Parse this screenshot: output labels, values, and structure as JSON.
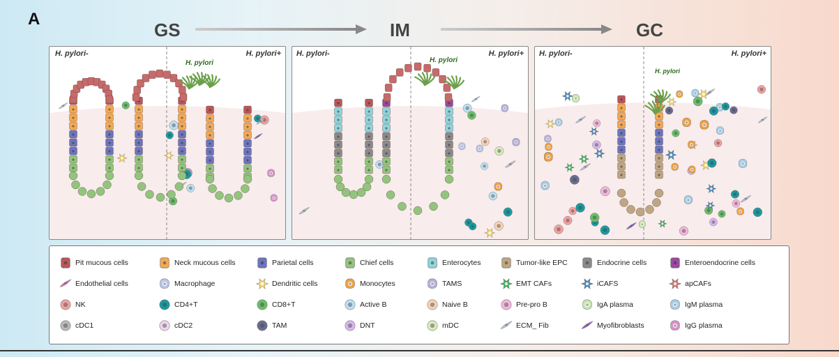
{
  "panel_label": "A",
  "stages": [
    "GS",
    "IM",
    "GC"
  ],
  "hp_neg": "H. pylori-",
  "hp_pos": "H. pylori+",
  "hp_bacteria": "H. pylori",
  "legend": [
    {
      "label": "Pit mucous cells",
      "icon": "rect",
      "color": "#b9575a"
    },
    {
      "label": "Neck mucous cells",
      "icon": "rect",
      "color": "#f2a955"
    },
    {
      "label": "Parietal cells",
      "icon": "rect",
      "color": "#6d75bd"
    },
    {
      "label": "Chief cells",
      "icon": "rect",
      "color": "#93c47d"
    },
    {
      "label": "Enterocytes",
      "icon": "rect",
      "color": "#8fd5dc"
    },
    {
      "label": "Tumor-like EPC",
      "icon": "rect",
      "color": "#bfa682"
    },
    {
      "label": "Endocrine cells",
      "icon": "rect",
      "color": "#8a8a8a"
    },
    {
      "label": "Enteroendocrine cells",
      "icon": "rect",
      "color": "#9a4aa0"
    },
    {
      "label": "Endothelial cells",
      "icon": "spindle",
      "color": "#d86fb4"
    },
    {
      "label": "Macrophage",
      "icon": "blob",
      "color": "#b9c6e8"
    },
    {
      "label": "Dendritic cells",
      "icon": "star",
      "color": "#f6d76a"
    },
    {
      "label": "Monocytes",
      "icon": "blob",
      "color": "#f0a040"
    },
    {
      "label": "TAMS",
      "icon": "blob",
      "color": "#b6b0dc"
    },
    {
      "label": "EMT CAFs",
      "icon": "star",
      "color": "#3fae5a"
    },
    {
      "label": "iCAFS",
      "icon": "star",
      "color": "#4a86b4"
    },
    {
      "label": "apCAFs",
      "icon": "star",
      "color": "#d0706c"
    },
    {
      "label": "NK",
      "icon": "circle",
      "color": "#f0a0a0"
    },
    {
      "label": "CD4+T",
      "icon": "circle",
      "color": "#1a9aa0"
    },
    {
      "label": "CD8+T",
      "icon": "circle",
      "color": "#6abf69"
    },
    {
      "label": "Active B",
      "icon": "circle",
      "color": "#bde0f2"
    },
    {
      "label": "Naive B",
      "icon": "circle",
      "color": "#f6d3b4"
    },
    {
      "label": "Pre-pro B",
      "icon": "circle",
      "color": "#f4b6dc"
    },
    {
      "label": "IgA plasma",
      "icon": "blob",
      "color": "#c8e6b0"
    },
    {
      "label": "IgM plasma",
      "icon": "blob",
      "color": "#a8cde8"
    },
    {
      "label": "cDC1",
      "icon": "circle",
      "color": "#b8b8b8"
    },
    {
      "label": "cDC2",
      "icon": "circle",
      "color": "#eed6ee"
    },
    {
      "label": "TAM",
      "icon": "circle",
      "color": "#686c90"
    },
    {
      "label": "DNT",
      "icon": "circle",
      "color": "#d8b6ee"
    },
    {
      "label": "mDC",
      "icon": "circle",
      "color": "#d8ecbc"
    },
    {
      "label": "ECM_ Fib",
      "icon": "spindle",
      "color": "#b8c6dc"
    },
    {
      "label": "Myofibroblasts",
      "icon": "spindle",
      "color": "#9060c8"
    },
    {
      "label": "IgG plasma",
      "icon": "blob",
      "color": "#d890c8"
    }
  ]
}
